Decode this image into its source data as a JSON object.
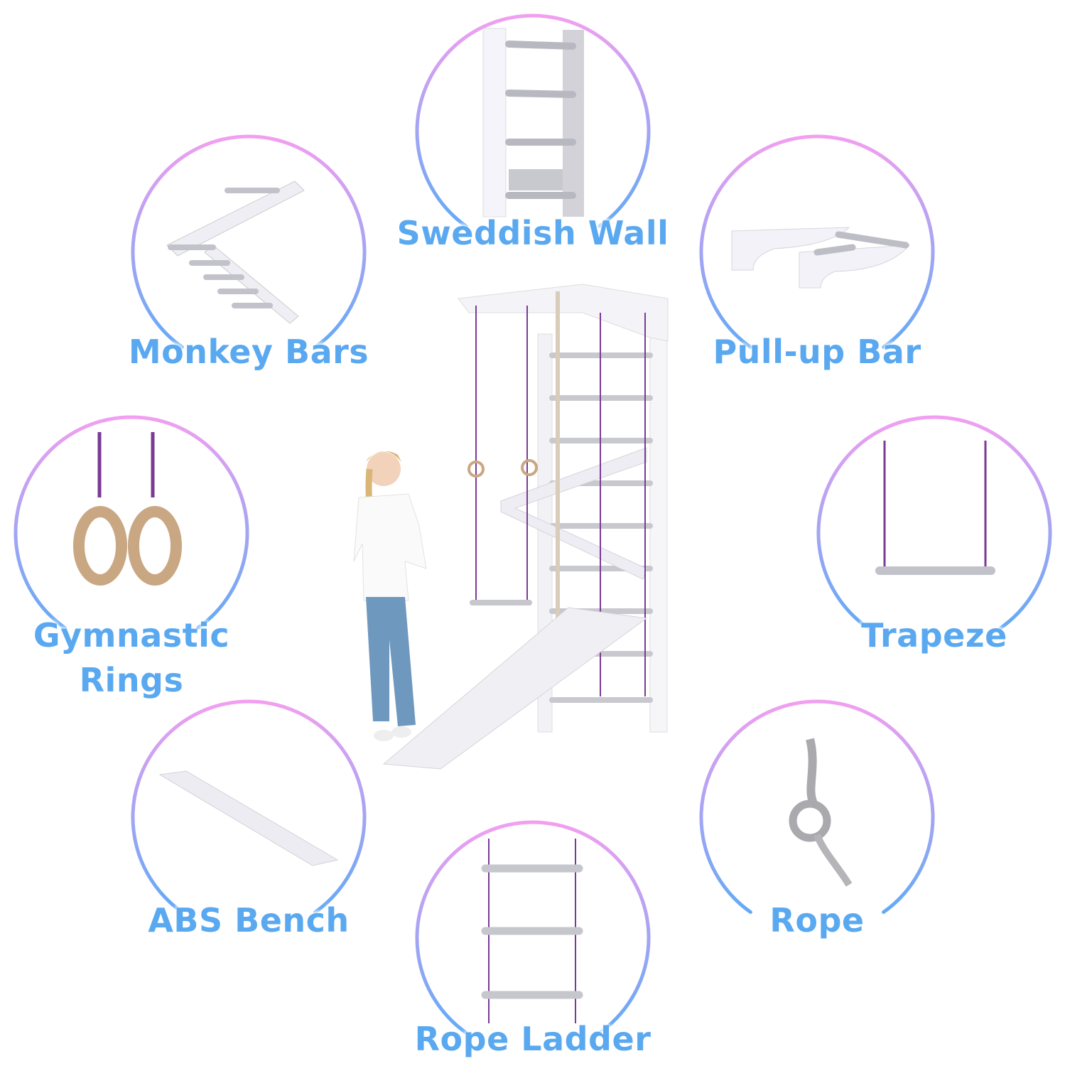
{
  "colors": {
    "label": "#5aa9f0",
    "arc_top": "#f29ff0",
    "arc_bottom": "#62aaf6",
    "rope": "#7b3a96",
    "wood": "#c9a783"
  },
  "features": [
    {
      "id": "swedish-wall",
      "label": "Sweddish Wall"
    },
    {
      "id": "monkey-bars",
      "label": "Monkey Bars"
    },
    {
      "id": "pull-up-bar",
      "label": "Pull-up Bar"
    },
    {
      "id": "gymnastic-rings",
      "label": "Gymnastic",
      "label2": "Rings"
    },
    {
      "id": "trapeze",
      "label": "Trapeze"
    },
    {
      "id": "abs-bench",
      "label": "ABS Bench"
    },
    {
      "id": "rope",
      "label": "Rope"
    },
    {
      "id": "rope-ladder",
      "label": "Rope Ladder"
    }
  ]
}
